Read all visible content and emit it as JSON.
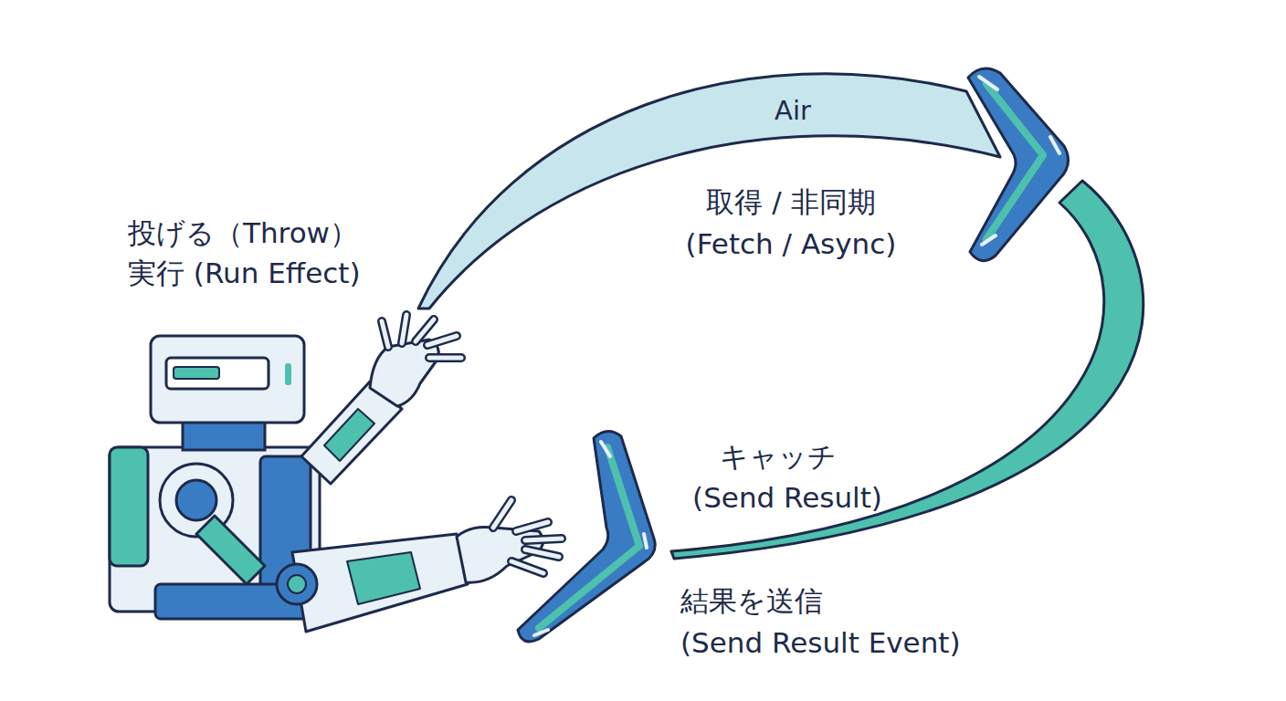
{
  "diagram": {
    "labels": [
      "投げる（Throw）",
      "実行 (Run Effect)",
      "Air",
      "取得 / 非同期",
      "(Fetch / Async)",
      "キャッチ",
      "(Send Result)",
      "結果を送信",
      "(Send Result Event)"
    ]
  }
}
